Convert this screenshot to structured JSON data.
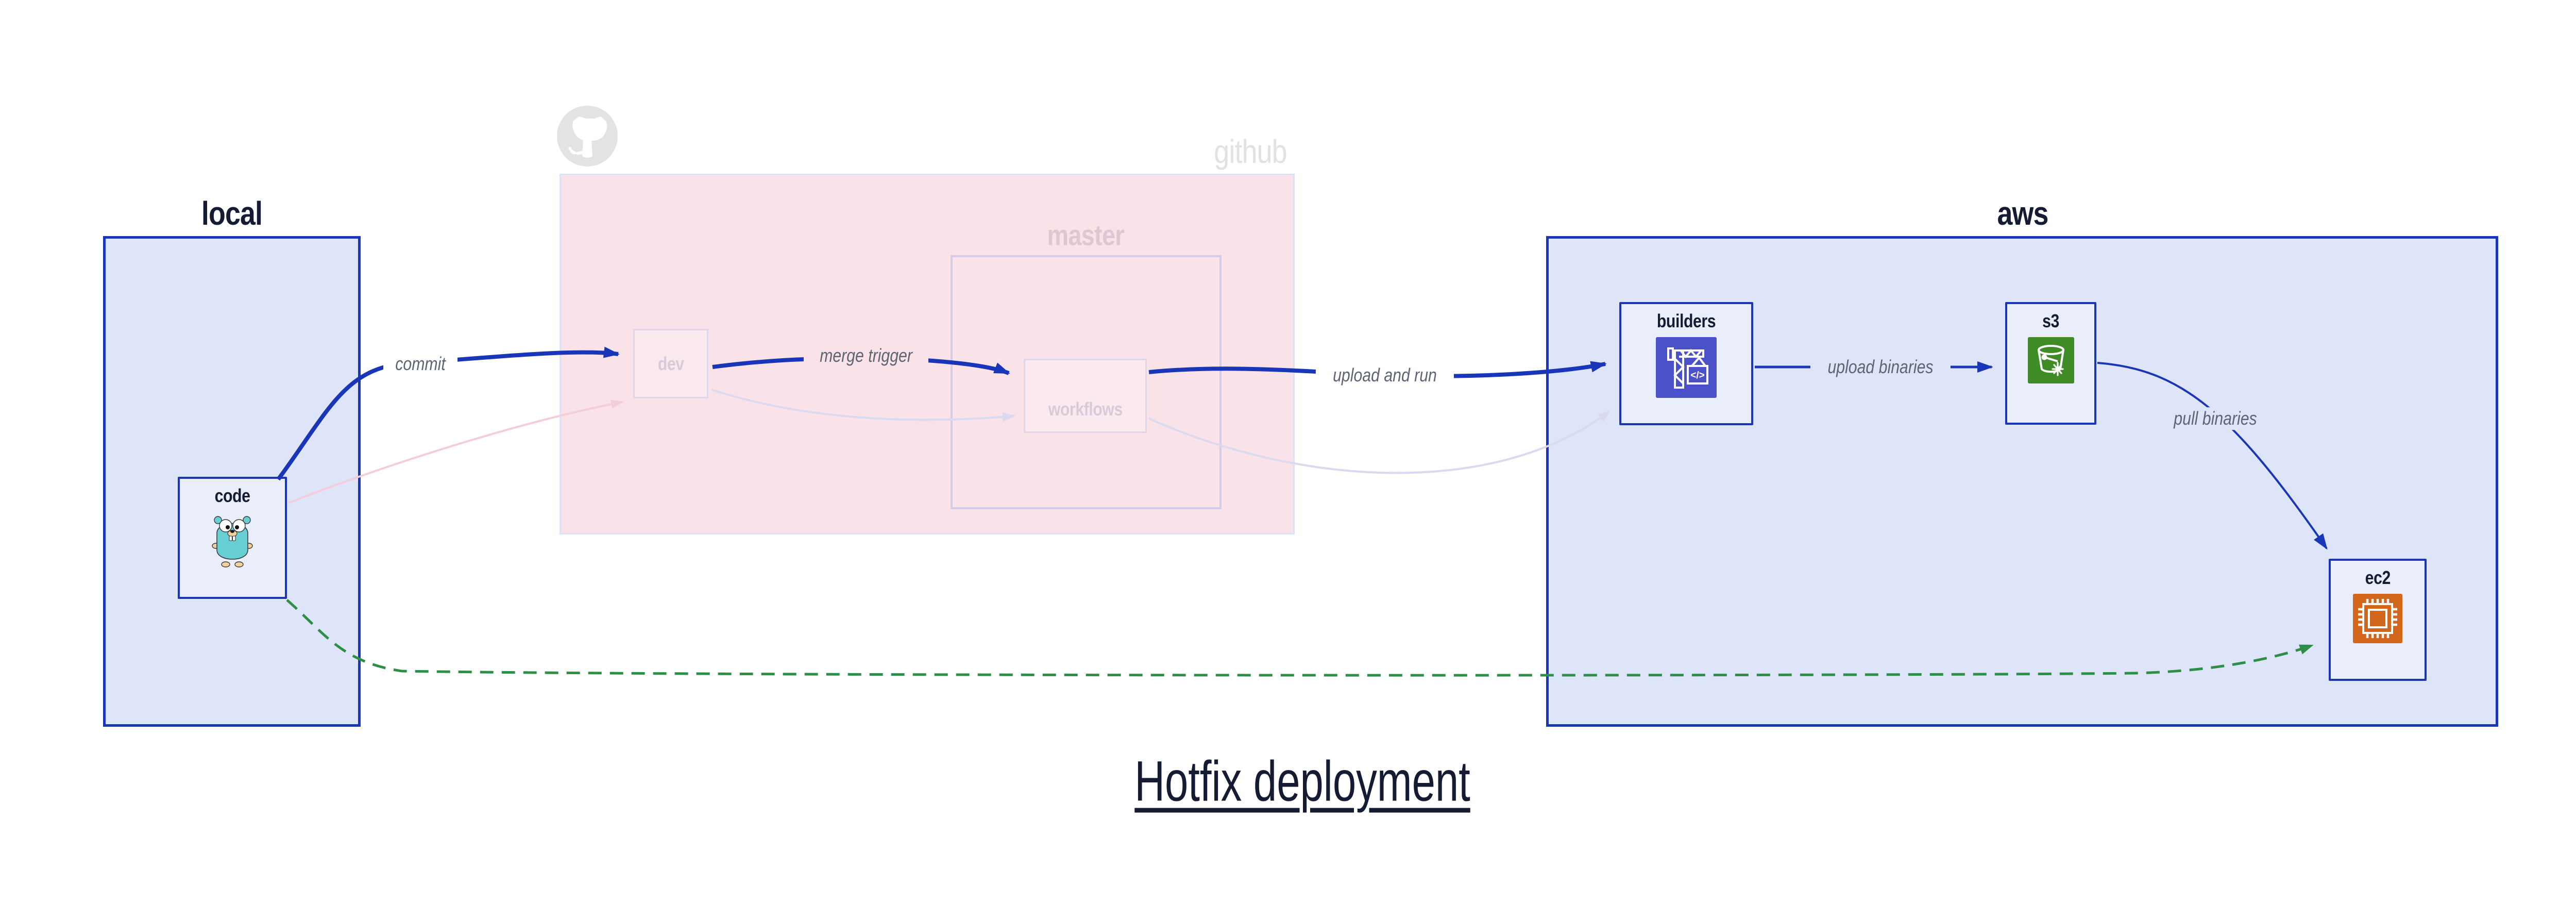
{
  "title": {
    "text": "Hotfix deployment"
  },
  "groups": {
    "local": {
      "label": "local"
    },
    "github": {
      "label": "github",
      "master_label": "master"
    },
    "aws": {
      "label": "aws"
    }
  },
  "nodes": {
    "code": {
      "label": "code",
      "icon": "gopher-icon"
    },
    "dev": {
      "label": "dev"
    },
    "workflows": {
      "label": "workflows"
    },
    "builders": {
      "label": "builders",
      "icon": "codebuild-crane-icon"
    },
    "s3": {
      "label": "s3",
      "icon": "s3-bucket-icon"
    },
    "ec2": {
      "label": "ec2",
      "icon": "ec2-chip-icon"
    }
  },
  "edges": {
    "commit": {
      "label": "commit"
    },
    "merge_trigger": {
      "label": "merge trigger"
    },
    "upload_and_run": {
      "label": "upload and run"
    },
    "upload_binaries": {
      "label": "upload binaries"
    },
    "pull_binaries": {
      "label": "pull binaries"
    }
  },
  "colors": {
    "edge_blue": "#1a36b8",
    "box_border_blue": "#1a36b8",
    "group_fill": "#dfe5f9",
    "node_fill": "#eaeefb",
    "github_zone_fill": "#f9e3e9",
    "faded_edge_pink": "#f3cdda",
    "faded_edge_lavender": "#d9d9ef",
    "green_dashed": "#2d8e46",
    "codebuild_indigo": "#4a51c9",
    "s3_green": "#3f8b26",
    "ec2_orange": "#d2671c",
    "dark_text": "#141b33",
    "edge_label_gray": "#5d6473",
    "faded_text": "#d8cbd9",
    "github_gray": "#e2e2e2"
  }
}
